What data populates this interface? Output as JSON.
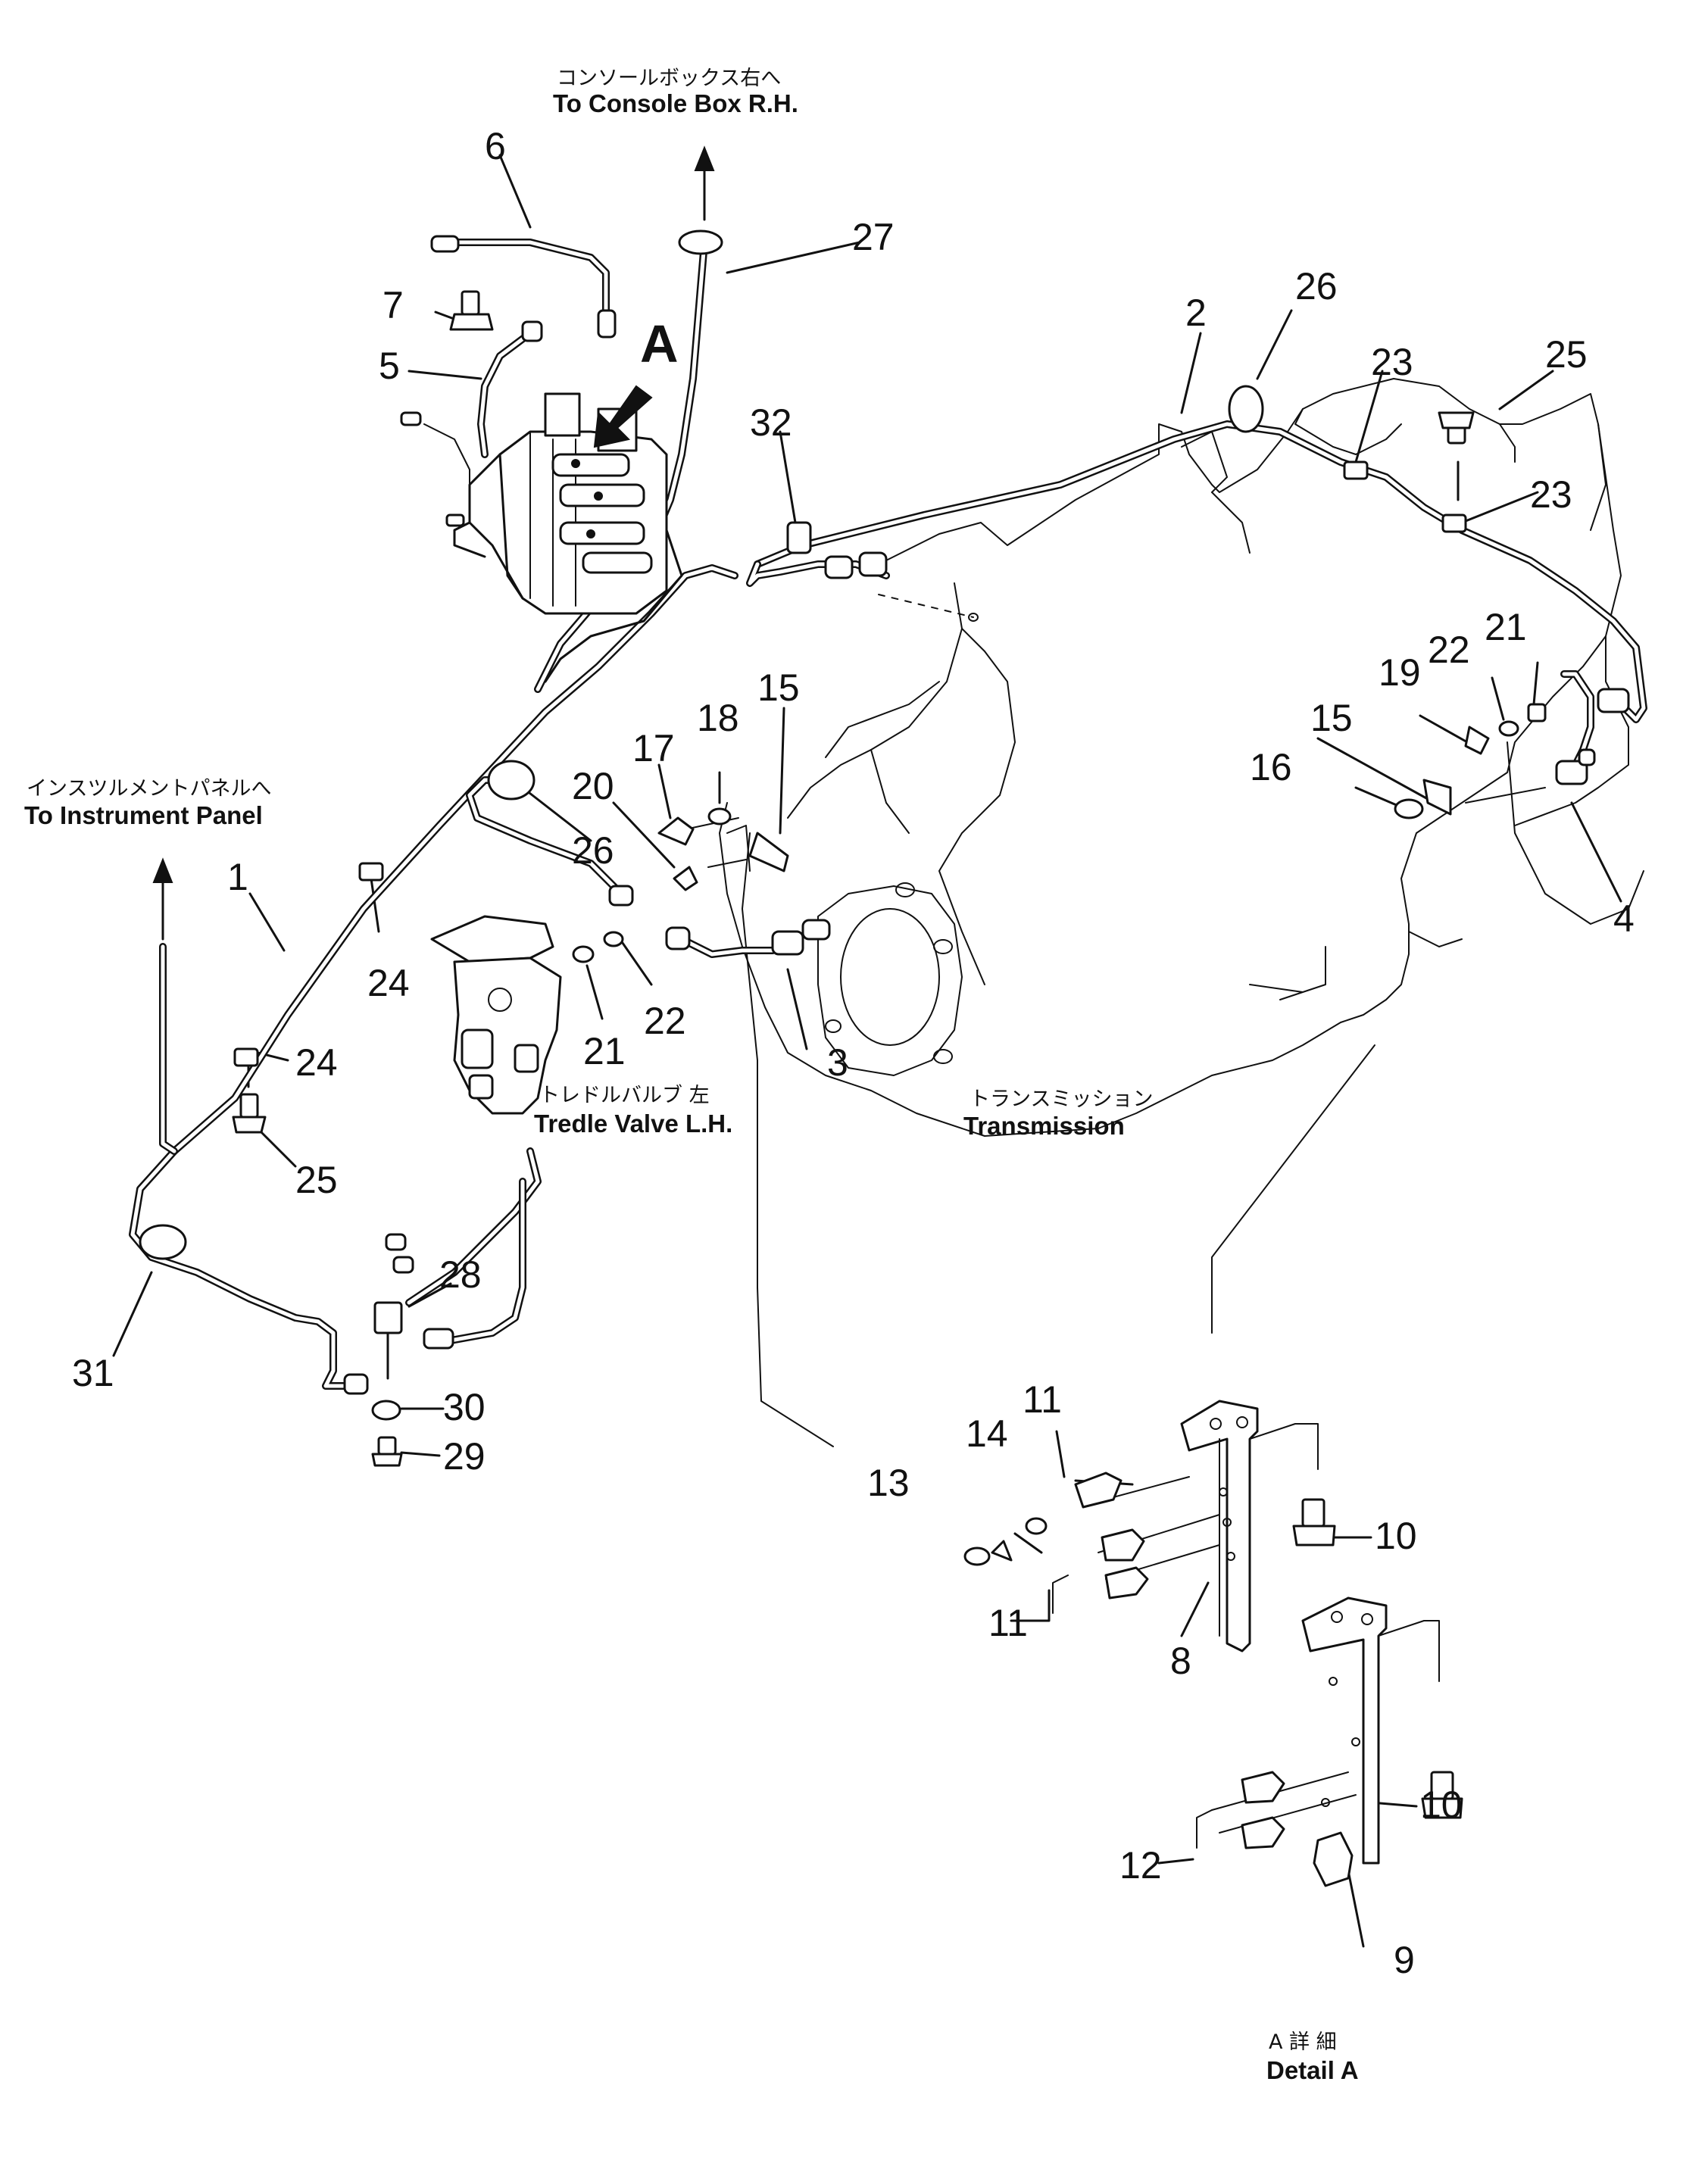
{
  "captions": {
    "console_jp": "コンソールボックス右へ",
    "console_en": "To  Console  Box  R.H.",
    "instrument_jp": "インスツルメントパネルへ",
    "instrument_en": "To  Instrument  Panel",
    "tredle_jp": "トレドルバルブ 左",
    "tredle_en": "Tredle  Valve  L.H.",
    "transmission_jp": "トランスミッション",
    "transmission_en": "Transmission",
    "detail_jp": "A 詳 細",
    "detail_en": "Detail  A",
    "view_marker": "A"
  },
  "callouts": [
    "1",
    "2",
    "3",
    "4",
    "5",
    "6",
    "7",
    "8",
    "9",
    "10",
    "10",
    "11",
    "11",
    "12",
    "13",
    "14",
    "15",
    "15",
    "16",
    "17",
    "18",
    "19",
    "20",
    "21",
    "21",
    "22",
    "22",
    "23",
    "23",
    "24",
    "24",
    "25",
    "25",
    "26",
    "26",
    "27",
    "28",
    "29",
    "30",
    "31",
    "32"
  ]
}
